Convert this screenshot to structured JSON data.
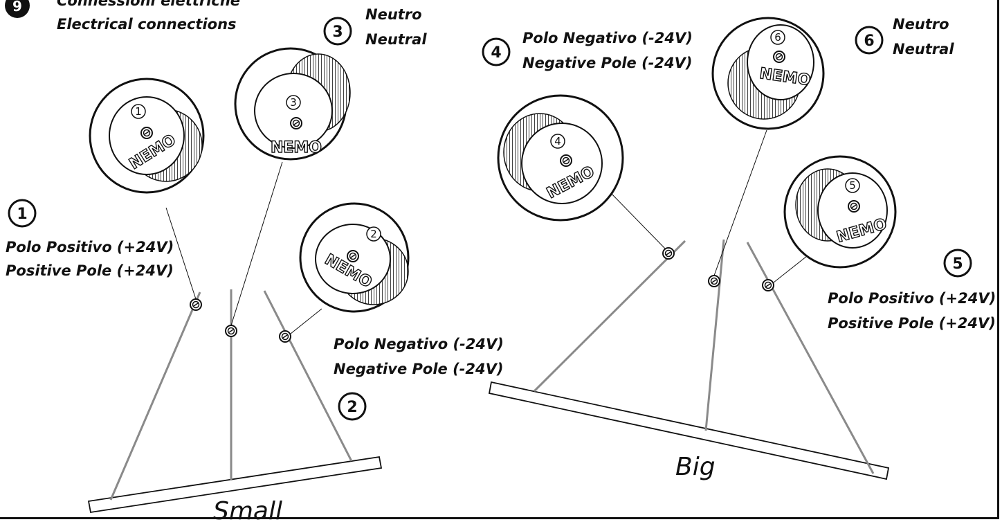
{
  "step": {
    "number": "9",
    "title_it": "Connessioni elettriche",
    "title_en": "Electrical connections"
  },
  "brand": "NEMO",
  "groups": {
    "small": "Small",
    "big": "Big"
  },
  "connectors": [
    {
      "id": "1",
      "line_it": "Polo Positivo (+24V)",
      "line_en": "Positive Pole (+24V)"
    },
    {
      "id": "2",
      "line_it": "Polo Negativo (-24V)",
      "line_en": "Negative Pole (-24V)"
    },
    {
      "id": "3",
      "line_it": "Neutro",
      "line_en": "Neutral"
    },
    {
      "id": "4",
      "line_it": "Polo Negativo (-24V)",
      "line_en": "Negative Pole (-24V)"
    },
    {
      "id": "5",
      "line_it": "Polo Positivo (+24V)",
      "line_en": "Positive Pole (+24V)"
    },
    {
      "id": "6",
      "line_it": "Neutro",
      "line_en": "Neutral"
    }
  ],
  "colors": {
    "ink": "#111111",
    "cable": "#8a8a8a"
  }
}
